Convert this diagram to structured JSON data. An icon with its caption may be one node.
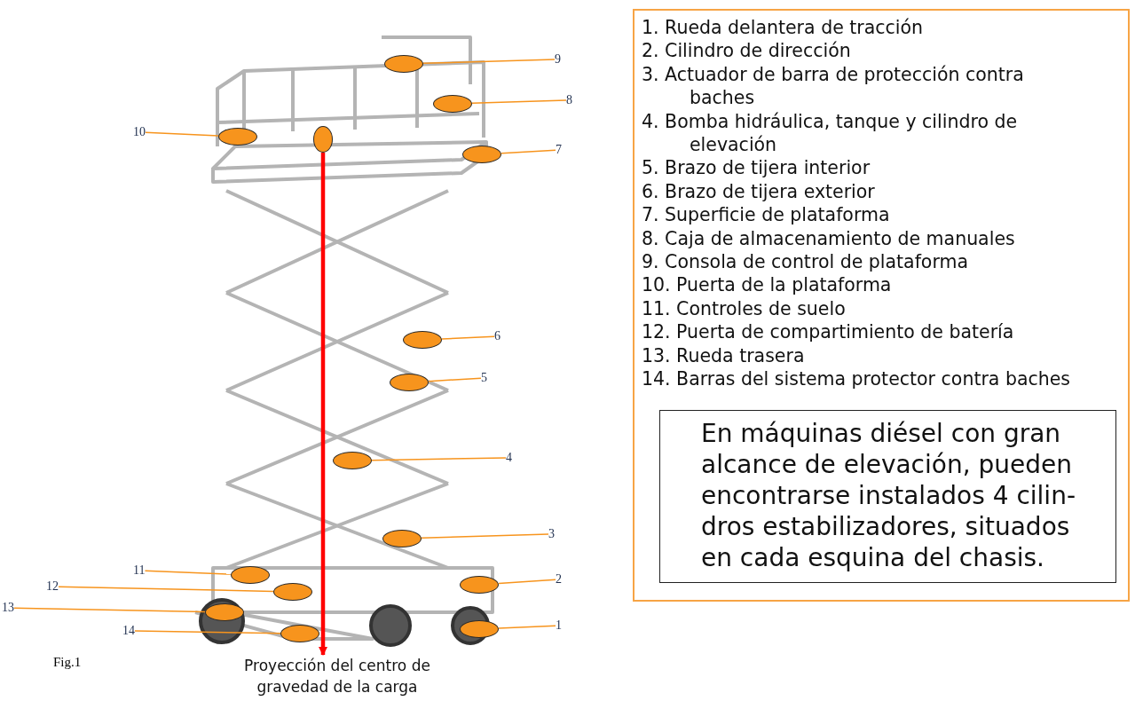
{
  "diagram": {
    "nodes": [
      {
        "text": [
          "1. Rueda delantera de tracción",
          "2. Cilindro de dirección",
          "3. Actuador de barra de protección contra baches",
          "4. Bomba hidráulica, tanque y cilindro de elevación",
          "5. Brazo de tijera interior",
          "6. Brazo de tijera exterior",
          "7. Superficie de plataforma",
          "8. Caja de almacenamiento de manuales",
          "9. Consola de control de plataforma",
          "10. Puerta de la plataforma",
          "11. Controles de suelo",
          "12. Puerta de compartimiento de batería",
          "13. Rueda trasera",
          "14. Barras del sistema protector contra baches"
        ]
      },
      {
        "text": [
          "En máquinas diésel con gran alcance de elevación, pueden encontrarse instalados 4 cilin-dros estabilizadores, situados en cada esquina del chasis."
        ],
        "in": 0
      },
      {
        "text": [
          "9"
        ]
      },
      {
        "text": [],
        "shape": "ellipse"
      },
      {
        "text": [
          "8"
        ]
      },
      {
        "text": [],
        "shape": "ellipse"
      },
      {
        "text": [
          "10"
        ]
      },
      {
        "text": [],
        "shape": "ellipse"
      },
      {
        "text": [
          "7"
        ]
      },
      {
        "text": [],
        "shape": "ellipse"
      },
      {
        "text": [],
        "shape": "ellipse"
      },
      {
        "text": [
          "6"
        ]
      },
      {
        "text": [],
        "shape": "ellipse"
      },
      {
        "text": [
          "5"
        ]
      },
      {
        "text": [],
        "shape": "ellipse"
      },
      {
        "text": [
          "4"
        ]
      },
      {
        "text": [],
        "shape": "ellipse"
      },
      {
        "text": [
          "3"
        ]
      },
      {
        "text": [],
        "shape": "ellipse"
      },
      {
        "text": [
          "11"
        ]
      },
      {
        "text": [],
        "shape": "ellipse"
      },
      {
        "text": [
          "2"
        ]
      },
      {
        "text": [],
        "shape": "ellipse"
      },
      {
        "text": [
          "12"
        ]
      },
      {
        "text": [],
        "shape": "ellipse"
      },
      {
        "text": [
          "13"
        ]
      },
      {
        "text": [],
        "shape": "ellipse"
      },
      {
        "text": [
          "1"
        ]
      },
      {
        "text": [],
        "shape": "ellipse"
      },
      {
        "text": [
          "14"
        ]
      },
      {
        "text": [],
        "shape": "ellipse"
      },
      {
        "text": [
          "Proyección del centro de gravedad de la carga"
        ]
      }
    ],
    "edges": [
      {
        "from": 2,
        "to": 3,
        "arrow": "none"
      },
      {
        "from": 4,
        "to": 5,
        "arrow": "none"
      },
      {
        "from": 6,
        "to": 7,
        "arrow": "none"
      },
      {
        "from": 8,
        "to": 9,
        "arrow": "none"
      },
      {
        "from": 10,
        "to": 31,
        "arrow": "to",
        "style": "thick",
        "color": "#ff0000"
      },
      {
        "from": 11,
        "to": 12,
        "arrow": "none"
      },
      {
        "from": 13,
        "to": 14,
        "arrow": "none"
      },
      {
        "from": 15,
        "to": 16,
        "arrow": "none"
      },
      {
        "from": 17,
        "to": 18,
        "arrow": "none"
      },
      {
        "from": 19,
        "to": 20,
        "arrow": "none"
      },
      {
        "from": 21,
        "to": 22,
        "arrow": "none"
      },
      {
        "from": 23,
        "to": 24,
        "arrow": "none"
      },
      {
        "from": 25,
        "to": 26,
        "arrow": "none"
      },
      {
        "from": 27,
        "to": 28,
        "arrow": "none"
      },
      {
        "from": 29,
        "to": 30,
        "arrow": "none"
      }
    ],
    "labels": [
      "Fig.1"
    ]
  }
}
